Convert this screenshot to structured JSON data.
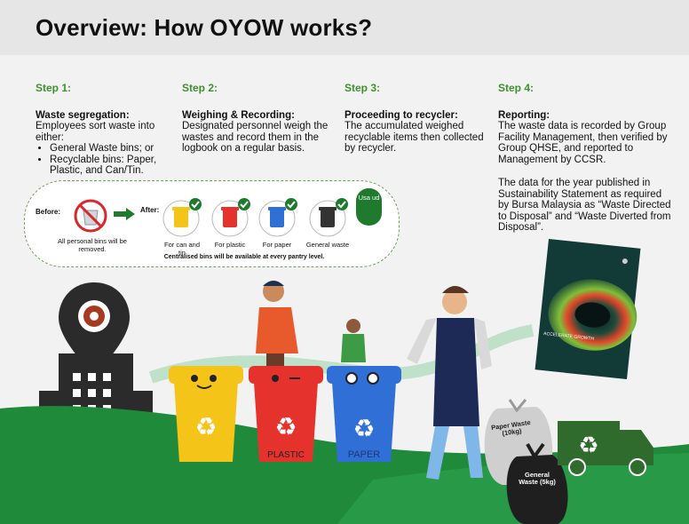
{
  "title": "Overview: How OYOW works?",
  "steps": [
    {
      "label": "Step 1:",
      "heading": "Waste segregation:",
      "text": "Employees sort waste into either:",
      "bullets": [
        "General Waste bins; or",
        "Recyclable bins: Paper, Plastic, and Can/Tin."
      ]
    },
    {
      "label": "Step 2:",
      "heading": "Weighing & Recording:",
      "text": "Designated personnel weigh the wastes and record them in the logbook on a regular basis."
    },
    {
      "label": "Step 3:",
      "heading": "Proceeding to recycler:",
      "text": "The accumulated weighed recyclable items then collected by recycler."
    },
    {
      "label": "Step 4:",
      "heading": "Reporting:",
      "text": "The waste data is recorded by Group Facility Management, then verified by Group QHSE, and reported to Management by CCSR.",
      "text2": "The data for the year published in Sustainability Statement as required by Bursa Malaysia as “Waste Directed to Disposal” and “Waste Diverted from Disposal”."
    }
  ],
  "bins_panel": {
    "before_label": "Before:",
    "after_label": "After:",
    "removed_note": "All personal bins will be removed.",
    "bins": [
      "For can and tin",
      "For plastic",
      "For paper",
      "General waste"
    ],
    "bubble": "Usa ud",
    "footer": "Centralised bins will be available at every pantry level."
  },
  "illustration": {
    "bin_label_plastic": "PLASTIC",
    "bin_label_paper": "PAPER",
    "paper_bag": "Paper Waste (10kg)",
    "general_bag": "General Waste (5kg)",
    "report_cover": "ACCELERATE GROWTH",
    "icons": [
      "location-pin-icon",
      "building-icon",
      "recycle-icon",
      "check-icon",
      "arrow-right-icon",
      "no-bin-icon",
      "recycling-truck-icon"
    ]
  },
  "colors": {
    "step_label": "#3f8f2f",
    "ground": "#1f8a3a",
    "bin_yellow": "#f5c419",
    "bin_red": "#e5322d",
    "bin_blue": "#2f6fd6",
    "bin_black": "#333333",
    "truck": "#2e6b2c"
  }
}
